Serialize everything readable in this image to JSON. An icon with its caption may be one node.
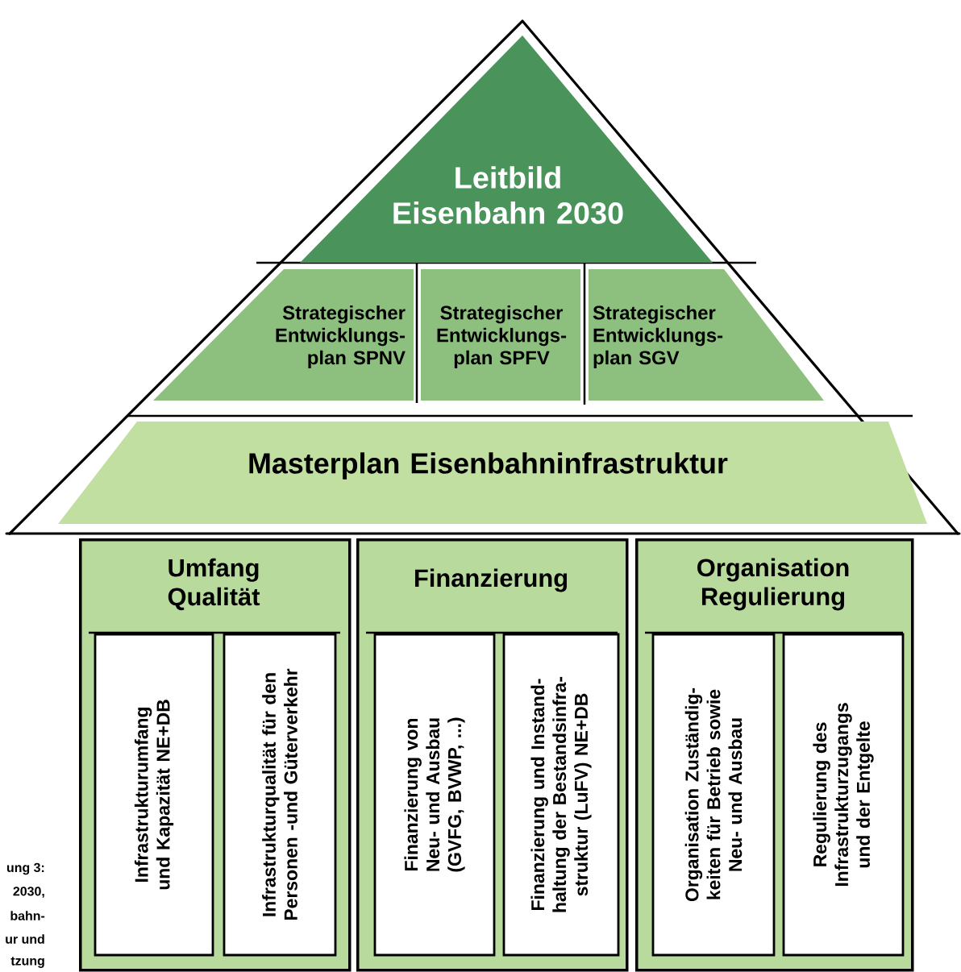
{
  "diagram": {
    "nodes": [
      {
        "text": [
          "Leitbild Eisenbahn 2030"
        ]
      },
      {
        "text": [
          "Strategischer Entwicklungs-plan SPNV"
        ]
      },
      {
        "text": [
          "Strategischer Entwicklungs-plan SPFV"
        ]
      },
      {
        "text": [
          "Strategischer Entwicklungs-plan SGV"
        ]
      },
      {
        "text": [
          "Masterplan Eisenbahninfrastruktur"
        ]
      },
      {
        "text": [
          "Umfang Qualität"
        ]
      },
      {
        "text": [
          "Finanzierung"
        ]
      },
      {
        "text": [
          "Organisation Regulierung"
        ]
      },
      {
        "text": [
          "Infrastrukturumfang und Kapazität NE+DB"
        ],
        "in": 5
      },
      {
        "text": [
          "Infrastrukturqualität für den Personen -und Güterverkehr"
        ],
        "in": 5
      },
      {
        "text": [
          "Finanzierung von Neu- und Ausbau (GVFG, BVWP, ...)"
        ],
        "in": 6
      },
      {
        "text": [
          "Finanzierung und Instand-haltung der Bestandsinfra-struktur (LuFV) NE+DB"
        ],
        "in": 6
      },
      {
        "text": [
          "Organisation Zuständig-keiten für Betrieb sowie Neu- und Ausbau"
        ],
        "in": 7
      },
      {
        "text": [
          "Regulierung des Infrastrukturzugangs und der Entgelte"
        ],
        "in": 7
      }
    ],
    "labels": [
      "ung 3:",
      "2030,",
      "bahn-",
      "ur und",
      "tzung"
    ]
  }
}
